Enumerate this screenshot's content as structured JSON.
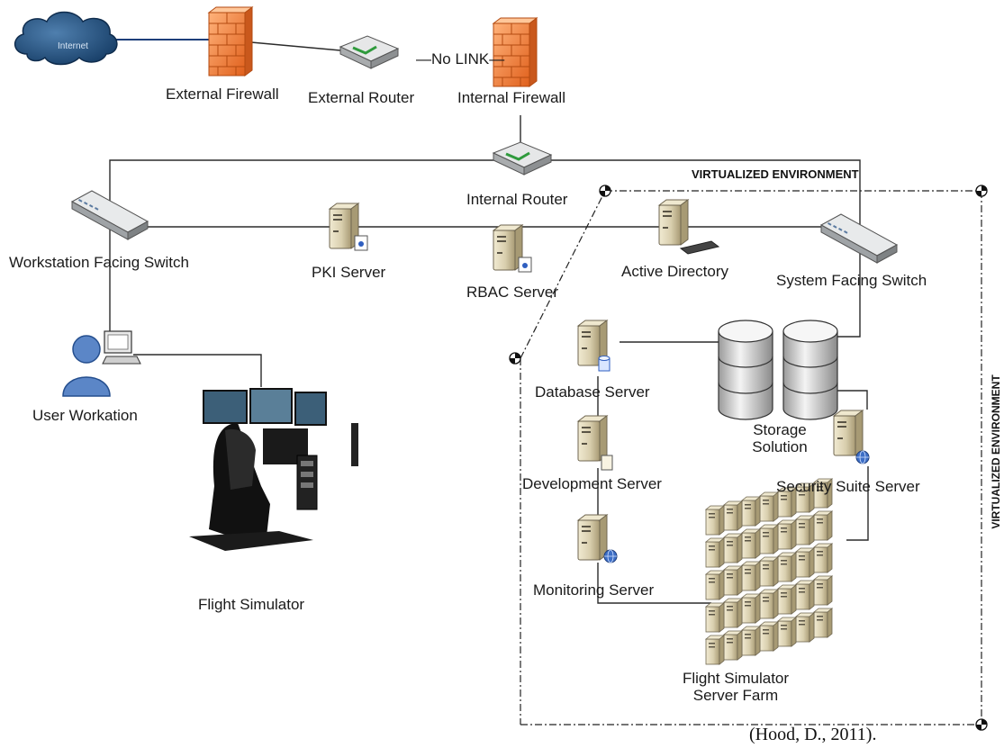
{
  "internet": "Internet",
  "labels": {
    "external_firewall": "External Firewall",
    "external_router": "External Router",
    "no_link": "No LINK",
    "internal_firewall": "Internal Firewall",
    "internal_router": "Internal Router",
    "workstation_switch": "Workstation Facing Switch",
    "pki_server": "PKI Server",
    "rbac_server": "RBAC Server",
    "active_directory": "Active Directory",
    "system_switch": "System Facing Switch",
    "user_workstation": "User Workation",
    "flight_simulator": "Flight Simulator",
    "database_server": "Database Server",
    "storage_solution": "Storage\nSolution",
    "development_server": "Development Server",
    "security_suite_server": "Security Suite Server",
    "monitoring_server": "Monitoring Server",
    "server_farm": "Flight Simulator\nServer Farm"
  },
  "virtualized_env_top": "VIRTUALIZED ENVIRONMENT",
  "virtualized_env_side": "VIRTUALIZED ENVIRONMENT",
  "citation": "(Hood, D., 2011).",
  "colors": {
    "line": "#2b2b2b",
    "cloud": "#1f4f82",
    "firewall": "#f07a2a",
    "server": "#d8cfb0",
    "switch": "#b9bdc0",
    "storage": "#dcdcdc"
  }
}
